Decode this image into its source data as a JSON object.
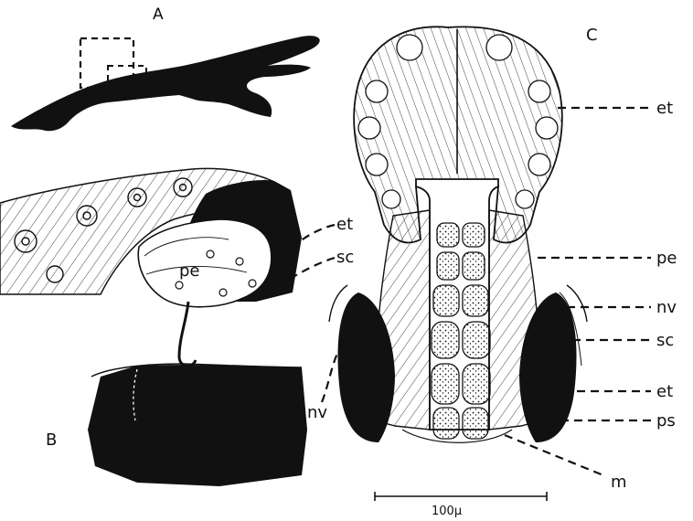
{
  "panels": {
    "a": "A",
    "b": "B",
    "c": "C"
  },
  "labels": {
    "b": {
      "et": "et",
      "sc": "sc",
      "pe": "pe",
      "nv": "nv"
    },
    "c": {
      "et": "et",
      "pe": "pe",
      "nv": "nv",
      "sc": "sc",
      "et2": "et",
      "ps": "ps",
      "m": "m"
    }
  },
  "scale_bar": "100µ",
  "colors": {
    "ink": "#111111",
    "paper": "#ffffff"
  }
}
